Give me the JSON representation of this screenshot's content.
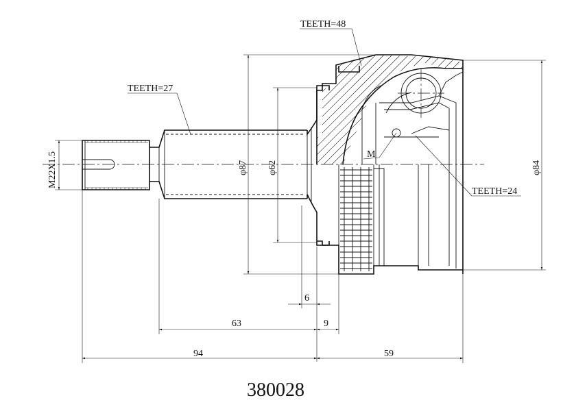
{
  "labels": {
    "teeth_housing": "TEETH=48",
    "teeth_shaft": "TEETH=27",
    "teeth_inner": "TEETH=24",
    "thread": "M22X1.5",
    "dia_87": "φ87",
    "dia_62": "φ62",
    "dia_84": "φ84",
    "mark_m": "M"
  },
  "dimensions": {
    "d6": "6",
    "d63": "63",
    "d9": "9",
    "d94": "94",
    "d59": "59"
  },
  "part_number": "380028"
}
